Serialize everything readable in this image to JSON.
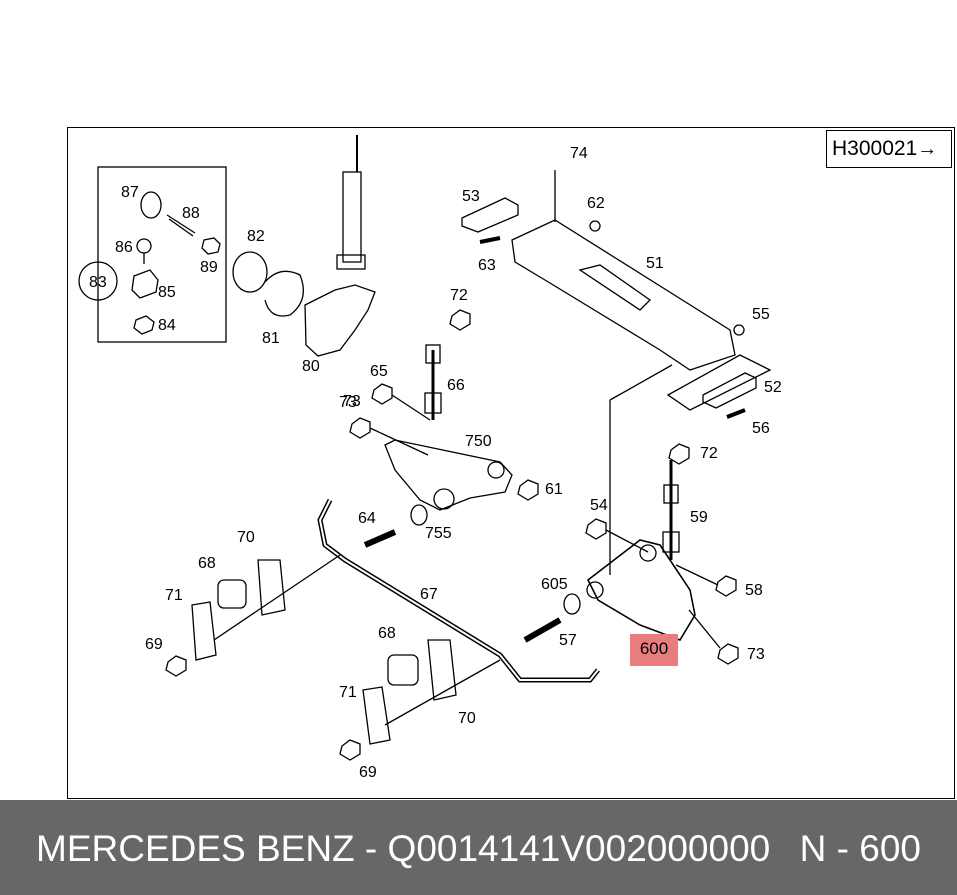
{
  "diagram": {
    "reference_code": "H300021",
    "highlighted_part": "600",
    "part_labels": [
      "74",
      "53",
      "62",
      "63",
      "51",
      "55",
      "52",
      "56",
      "87",
      "88",
      "86",
      "89",
      "83",
      "85",
      "84",
      "82",
      "81",
      "80",
      "73",
      "72",
      "66",
      "65",
      "73",
      "750",
      "61",
      "72",
      "59",
      "54",
      "58",
      "73",
      "64",
      "755",
      "70",
      "68",
      "71",
      "69",
      "67",
      "605",
      "57",
      "68",
      "71",
      "70",
      "69"
    ]
  },
  "footer": {
    "title": "MERCEDES BENZ - Q0014141V002000000",
    "part_number": "N - 600"
  }
}
